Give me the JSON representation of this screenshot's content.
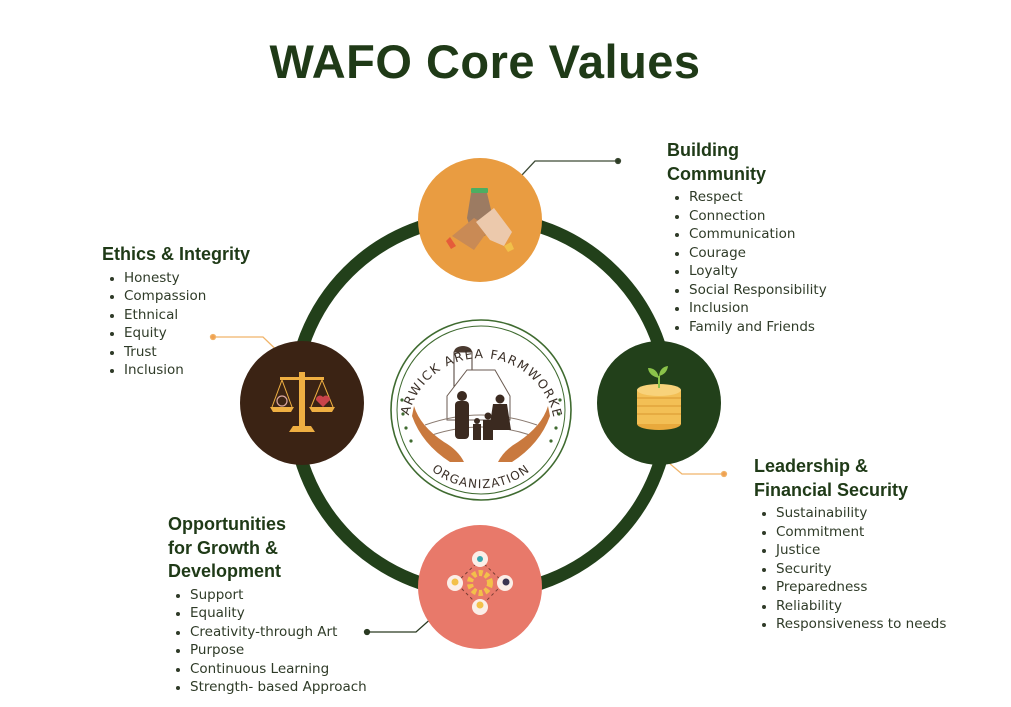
{
  "title": "WAFO Core Values",
  "logo": {
    "top_text": "WARWICK AREA FARMWORKER",
    "bottom_text": "ORGANIZATION"
  },
  "colors": {
    "ring": "#22401a",
    "community": "#e99c41",
    "ethics": "#3b2314",
    "leadership": "#22401a",
    "growth": "#e8796a",
    "heading": "#1f3a17"
  },
  "sections": {
    "community": {
      "heading_line1": "Building",
      "heading_line2": "Community",
      "icon": "joined-hands-icon",
      "items": [
        "Respect",
        "Connection",
        "Communication",
        "Courage",
        "Loyalty",
        "Social Responsibility",
        "Inclusion",
        "Family and Friends"
      ]
    },
    "ethics": {
      "heading_line1": "Ethics & Integrity",
      "icon": "balance-scale-icon",
      "items": [
        "Honesty",
        "Compassion",
        "Ethnical",
        "Equity",
        "Trust",
        "Inclusion"
      ]
    },
    "leadership": {
      "heading_line1": "Leadership &",
      "heading_line2": "Financial Security",
      "icon": "coin-stack-sprout-icon",
      "items": [
        "Sustainability",
        "Commitment",
        "Justice",
        "Security",
        "Preparedness",
        "Reliability",
        "Responsiveness to needs"
      ]
    },
    "growth": {
      "heading_line1": "Opportunities",
      "heading_line2": "for Growth &",
      "heading_line3": "Development",
      "icon": "gear-ideas-icon",
      "items": [
        "Support",
        "Equality",
        "Creativity-through Art",
        "Purpose",
        "Continuous Learning",
        "Strength- based Approach"
      ]
    }
  }
}
